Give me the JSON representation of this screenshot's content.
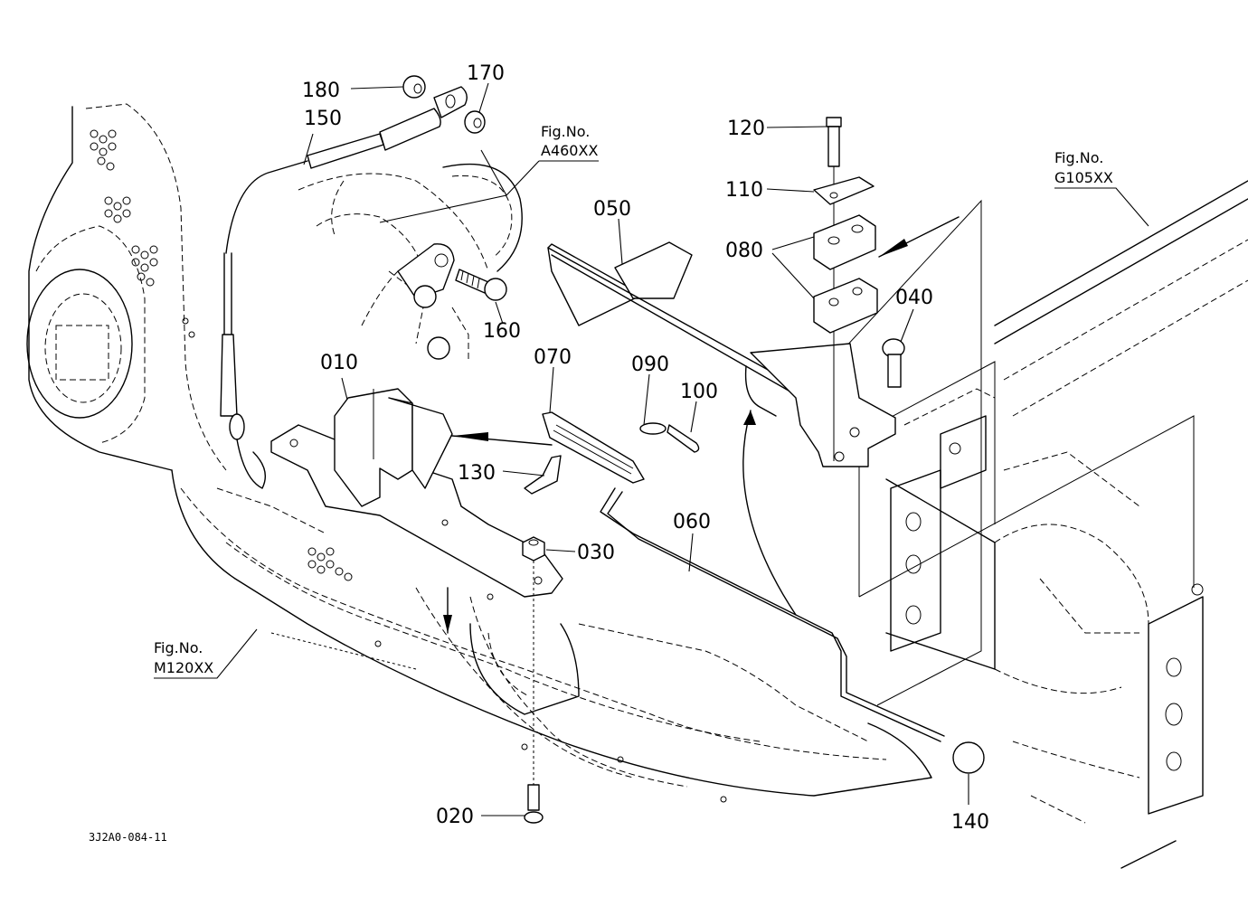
{
  "diagram": {
    "type": "exploded parts diagram",
    "drawing_number": "3J2A0-084-11",
    "figure_references": [
      {
        "label": "Fig.No.",
        "number": "A460XX"
      },
      {
        "label": "Fig.No.",
        "number": "G105XX"
      },
      {
        "label": "Fig.No.",
        "number": "M120XX"
      }
    ],
    "callouts": {
      "p010": "010",
      "p020": "020",
      "p030": "030",
      "p040": "040",
      "p050": "050",
      "p060": "060",
      "p070": "070",
      "p080": "080",
      "p090": "090",
      "p100": "100",
      "p110": "110",
      "p120": "120",
      "p130": "130",
      "p140": "140",
      "p150": "150",
      "p160": "160",
      "p170": "170",
      "p180": "180"
    }
  }
}
